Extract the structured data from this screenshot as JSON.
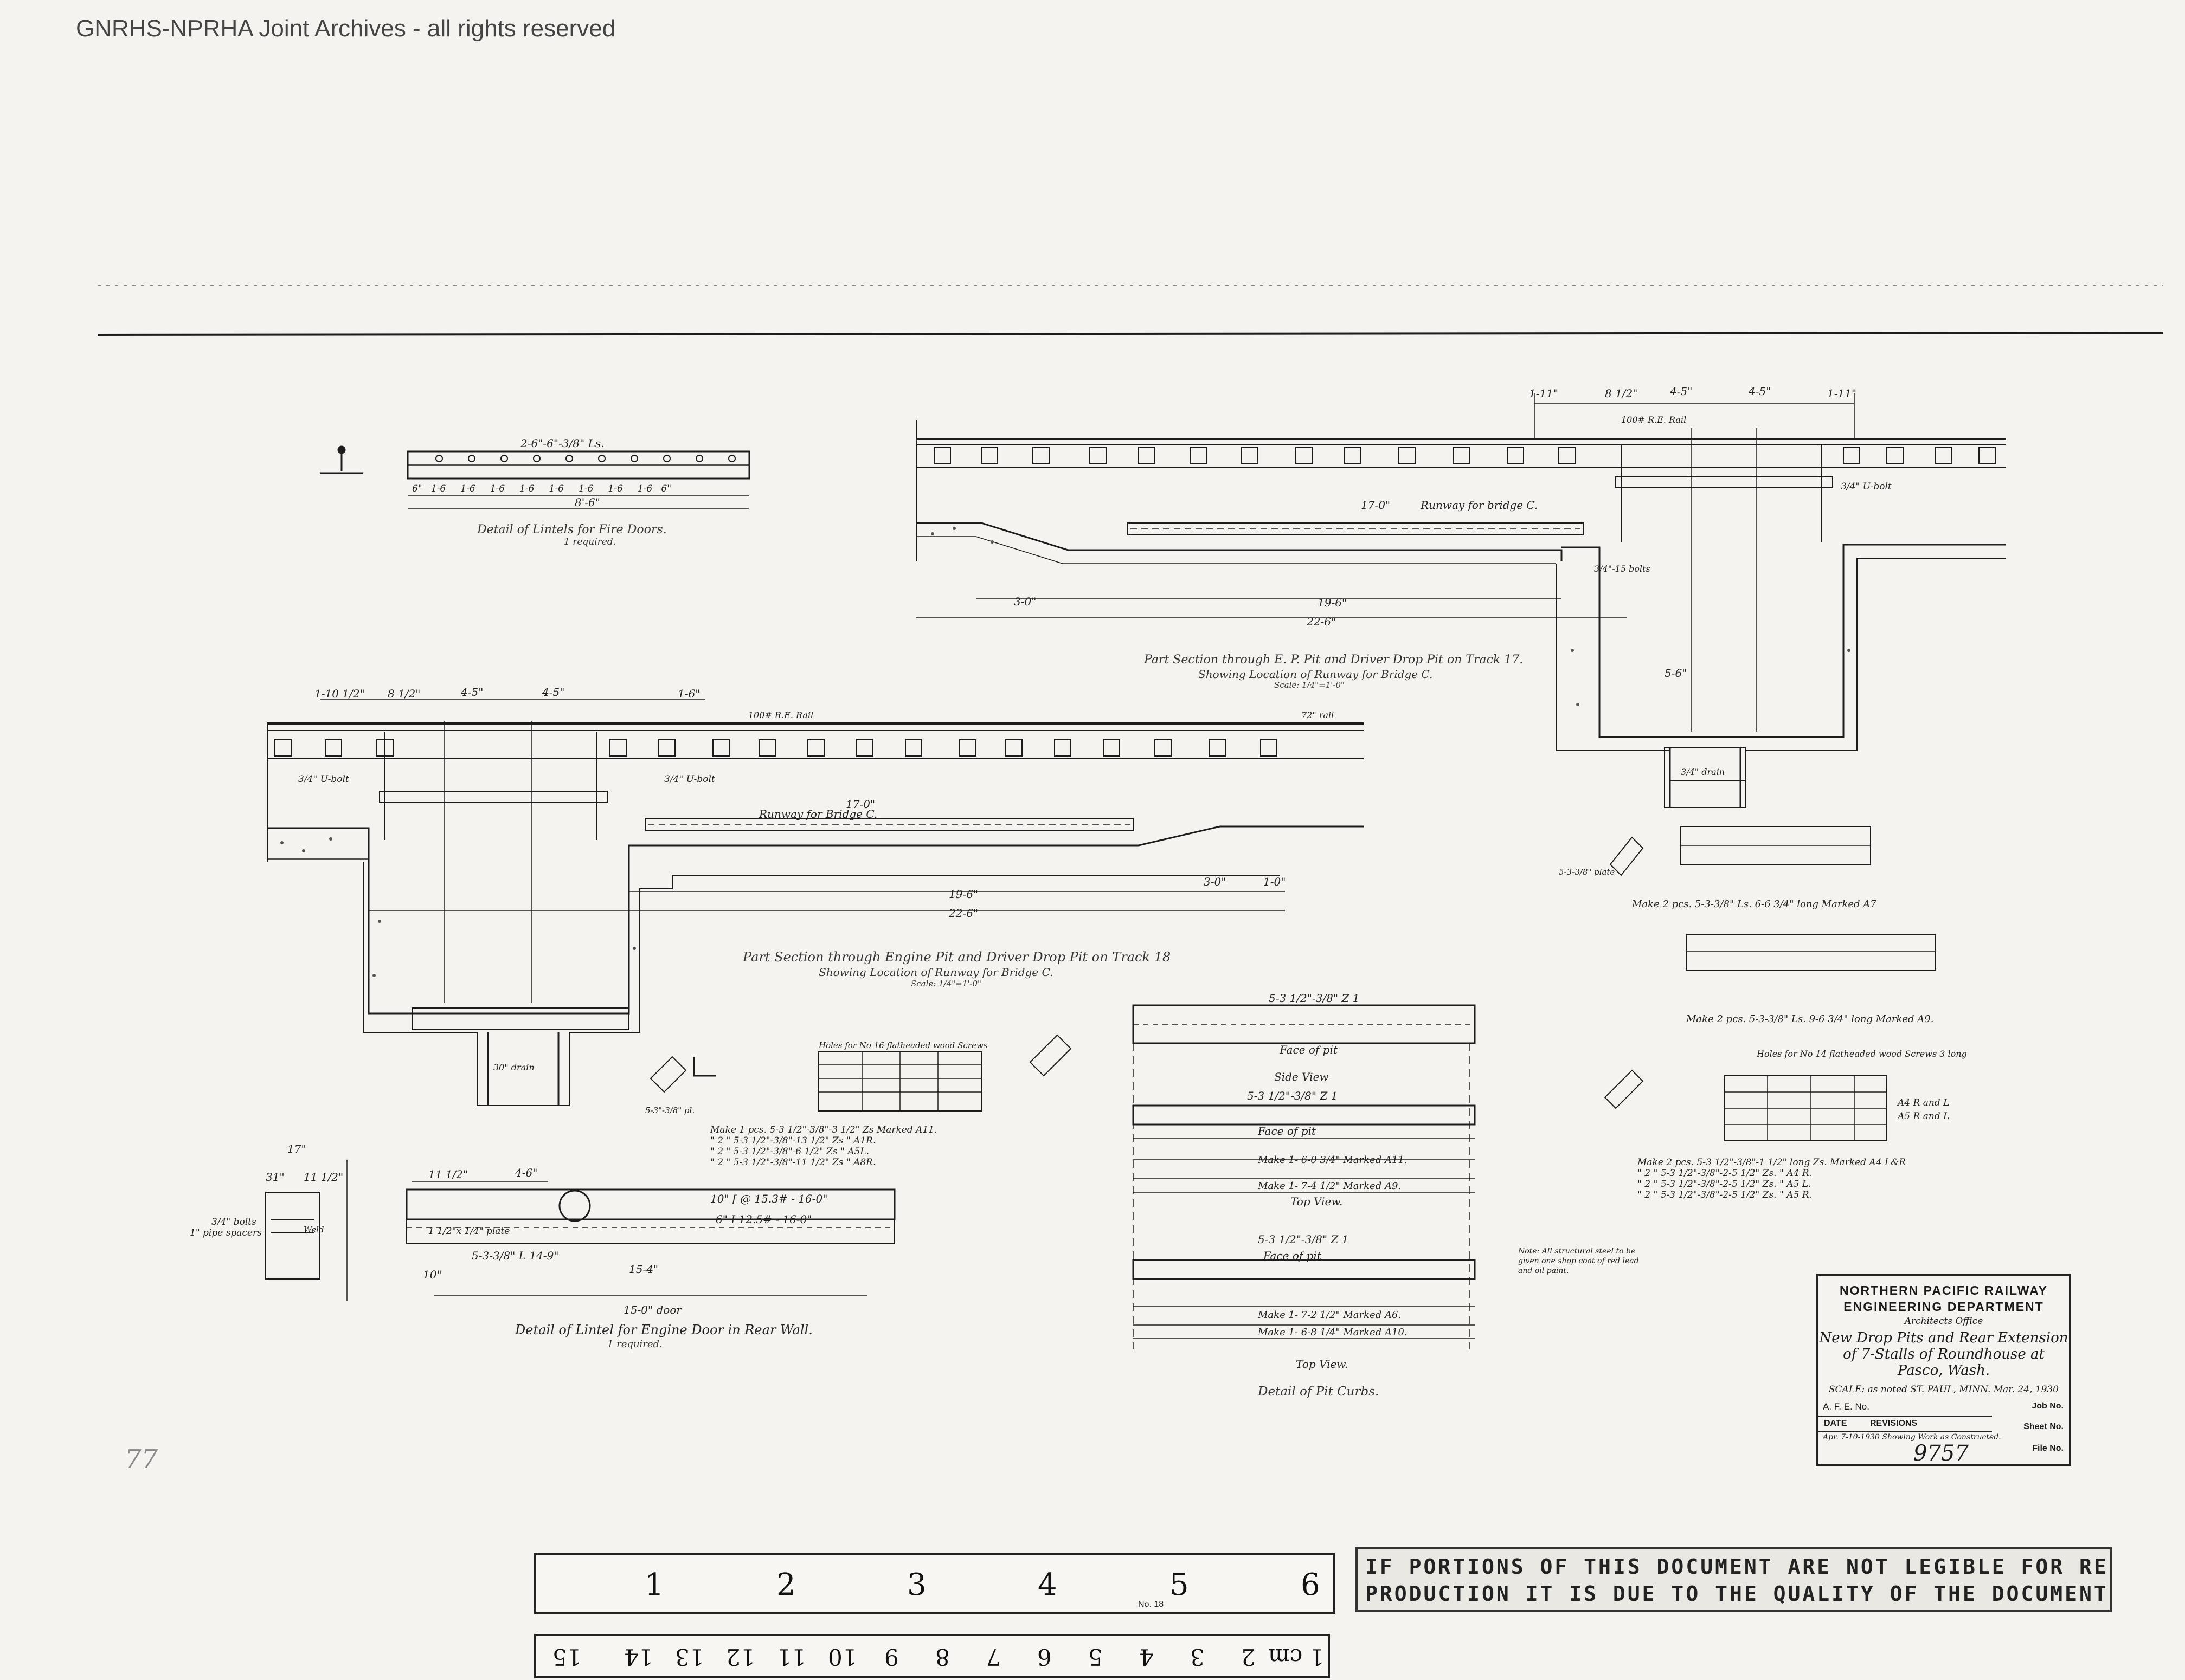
{
  "header": {
    "watermark": "GNRHS-NPRHA Joint Archives - all rights reserved"
  },
  "sheet": {
    "lintel_fire": {
      "dim_top": "2-6\"-6\"-3/8\" Ls.",
      "dim_parts": [
        "6\"",
        "1-6",
        "1-6",
        "1-6",
        "1-6",
        "1-6",
        "1-6",
        "1-6",
        "1-6",
        "6\""
      ],
      "total": "8'-6\"",
      "caption": "Detail of Lintels for Fire Doors.",
      "sub": "1 required."
    },
    "section17": {
      "dims_top": [
        "1-11\"",
        "8 1/2\"",
        "4-5\"",
        "4-5\"",
        "1-11\""
      ],
      "rail": "100# R.E. Rail",
      "ubolt": "3/4\" U-bolt",
      "runway_len": "17-0\"",
      "runway": "Runway for bridge C.",
      "bolts": "3/4\"-15 bolts",
      "dim_a": "3-0\"",
      "dim_b": "19-6\"",
      "dim_c": "22-6\"",
      "depth": "5-6\"",
      "drain": "3/4\" drain",
      "caption": "Part Section through E. P. Pit and Driver Drop Pit on Track 17.",
      "sub": "Showing Location of Runway for Bridge C.",
      "scale": "Scale: 1/4\"=1'-0\""
    },
    "section18": {
      "dims_top": [
        "1-10 1/2\"",
        "8 1/2\"",
        "4-5\"",
        "4-5\"",
        "1-6\""
      ],
      "rail": "100# R.E. Rail",
      "rail2": "72\" rail",
      "ubolt_l": "3/4\" U-bolt",
      "ubolt_r": "3/4\" U-bolt",
      "runway_len": "17-0\"",
      "runway": "Runway for Bridge C.",
      "dim_a": "19-6\"",
      "dim_b": "22-6\"",
      "dim_c": "3-0\"",
      "dim_d": "1-0\"",
      "drain": "30\" drain",
      "caption": "Part Section through Engine Pit and Driver Drop Pit on Track 18",
      "sub": "Showing Location of Runway for Bridge C.",
      "scale": "Scale: 1/4\"=1'-0\""
    },
    "detail_a11": {
      "holes": "Holes for No 16 flatheaded wood Screws",
      "plate": "5-3\"-3/8\" pl.",
      "lines": [
        "Make 1 pcs. 5-3 1/2\"-3/8\"-3 1/2\" Zs Marked A11.",
        "\" 2 \" 5-3 1/2\"-3/8\"-13 1/2\" Zs \" A1R.",
        "\" 2 \" 5-3 1/2\"-3/8\"-6 1/2\" Zs \" A5L.",
        "\" 2 \" 5-3 1/2\"-3/8\"-11 1/2\" Zs \" A8R."
      ]
    },
    "lintel_rear": {
      "dims": [
        "17\"",
        "31\"",
        "11 1/2\"",
        "11 1/2\"",
        "4-6\""
      ],
      "bolts": "3/4\" bolts",
      "spacers": "1\" pipe spacers",
      "weld": "Weld",
      "beam1": "10\" [ @ 15.3# - 16-0\"",
      "beam2": "6\" I 12.5# - 16-0\"",
      "plate": "1 1/2\"x 1/4\" plate",
      "angle": "5-3-3/8\" L 14-9\"",
      "len": "15-4\"",
      "dim10": "10\"",
      "door": "15-0\" door",
      "caption": "Detail of Lintel for Engine Door in Rear Wall.",
      "sub": "1 required."
    },
    "pit_curbs": {
      "top_label": "5-3 1/2\"-3/8\" Z 1",
      "face": "Face of pit",
      "side_view": "Side View",
      "z1": "5-3 1/2\"-3/8\" Z 1",
      "m1": "Make 1- 6-0 3/4\" Marked A11.",
      "m2": "Make 1- 7-4 1/2\" Marked A9.",
      "top_view": "Top View.",
      "z2": "5-3 1/2\"-3/8\" Z 1",
      "face2": "Face of pit",
      "m3": "Make 1- 7-2 1/2\" Marked A6.",
      "m4": "Make 1- 6-8 1/4\" Marked A10.",
      "top_view2": "Top View.",
      "caption": "Detail of Pit Curbs."
    },
    "plates_right": {
      "plate": "5-3-3/8\" plate",
      "a7": "Make 2 pcs. 5-3-3/8\" Ls. 6-6 3/4\" long Marked A7",
      "a9": "Make 2 pcs. 5-3-3/8\" Ls. 9-6 3/4\" long Marked A9.",
      "holes": "Holes for No 14 flatheaded wood Screws 3 long",
      "lines": [
        "Make 2 pcs. 5-3 1/2\"-3/8\"-1 1/2\" long Zs. Marked A4 L&R",
        "\" 2 \" 5-3 1/2\"-3/8\"-2-5 1/2\" Zs. \" A4 R.",
        "\" 2 \" 5-3 1/2\"-3/8\"-2-5 1/2\" Zs. \" A5 L.",
        "\" 2 \" 5-3 1/2\"-3/8\"-2-5 1/2\" Zs. \" A5 R."
      ],
      "mk": [
        "A4 R and L",
        "A5 R and L"
      ]
    },
    "note": [
      "Note: All structural steel to be",
      "given one shop coat of red lead",
      "and oil paint."
    ],
    "scribble": "77"
  },
  "title_block": {
    "company": "NORTHERN PACIFIC RAILWAY",
    "dept": "ENGINEERING DEPARTMENT",
    "office": "Architects Office",
    "t1": "New Drop Pits and Rear Extension",
    "t2": "of 7-Stalls of Roundhouse at",
    "t3": "Pasco, Wash.",
    "scale": "SCALE: as noted    ST. PAUL, MINN. Mar. 24, 1930",
    "afe": "A. F. E. No.",
    "date_h": "DATE",
    "rev_h": "REVISIONS",
    "rev1": "Apr. 7-10-1930  Showing Work as Constructed.",
    "job": "Job No.",
    "sheet": "Sheet No.",
    "file": "File No.",
    "number": "9757"
  },
  "ruler": {
    "inches": [
      "1",
      "2",
      "3",
      "4",
      "5",
      "6"
    ],
    "cms": [
      "1 cm",
      "2",
      "3",
      "4",
      "5",
      "6",
      "7",
      "8",
      "9",
      "10",
      "11",
      "12",
      "13",
      "14",
      "15"
    ],
    "label": "No. 18"
  },
  "stamp": {
    "line1": "IF PORTIONS OF THIS DOCUMENT ARE NOT LEGIBLE FOR RE-",
    "line2": "PRODUCTION IT IS DUE TO THE QUALITY OF THE DOCUMENT."
  }
}
